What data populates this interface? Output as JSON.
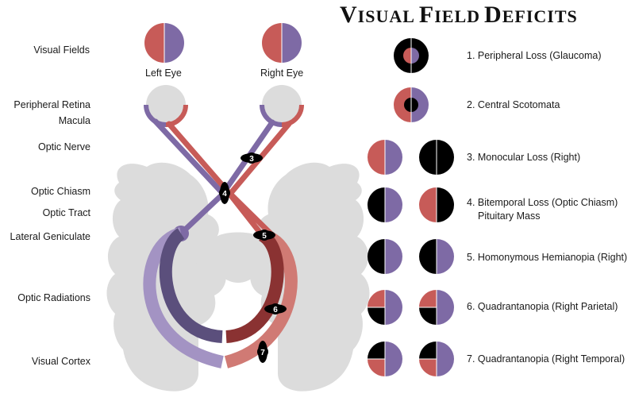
{
  "title": "Visual Field Deficits",
  "labels": {
    "visual_fields": "Visual Fields",
    "left_eye": "Left Eye",
    "right_eye": "Right Eye",
    "peripheral_retina": "Peripheral Retina",
    "macula": "Macula",
    "optic_nerve": "Optic Nerve",
    "optic_chiasm": "Optic Chiasm",
    "optic_tract": "Optic Tract",
    "lateral_geniculate": "Lateral Geniculate",
    "optic_radiations": "Optic Radiations",
    "visual_cortex": "Visual Cortex"
  },
  "markers": [
    "3",
    "4",
    "5",
    "6",
    "7"
  ],
  "deficits": [
    {
      "label": "1. Peripheral Loss (Glaucoma)"
    },
    {
      "label": "2. Central Scotomata"
    },
    {
      "label": "3. Monocular Loss (Right)"
    },
    {
      "label": "4. Bitemporal Loss (Optic Chiasm)",
      "sub": "Pituitary Mass"
    },
    {
      "label": "5. Homonymous Hemianopia (Right)"
    },
    {
      "label": "6. Quadrantanopia (Right Parietal)"
    },
    {
      "label": "7. Quadrantanopia (Right Temporal)"
    }
  ],
  "colors": {
    "red": "#c75b58",
    "purple": "#7e6aa5",
    "black": "#0a0a0a",
    "brain": "#dcdcdc",
    "dark_red": "#8a3232",
    "dark_purple": "#5b4f7c"
  }
}
